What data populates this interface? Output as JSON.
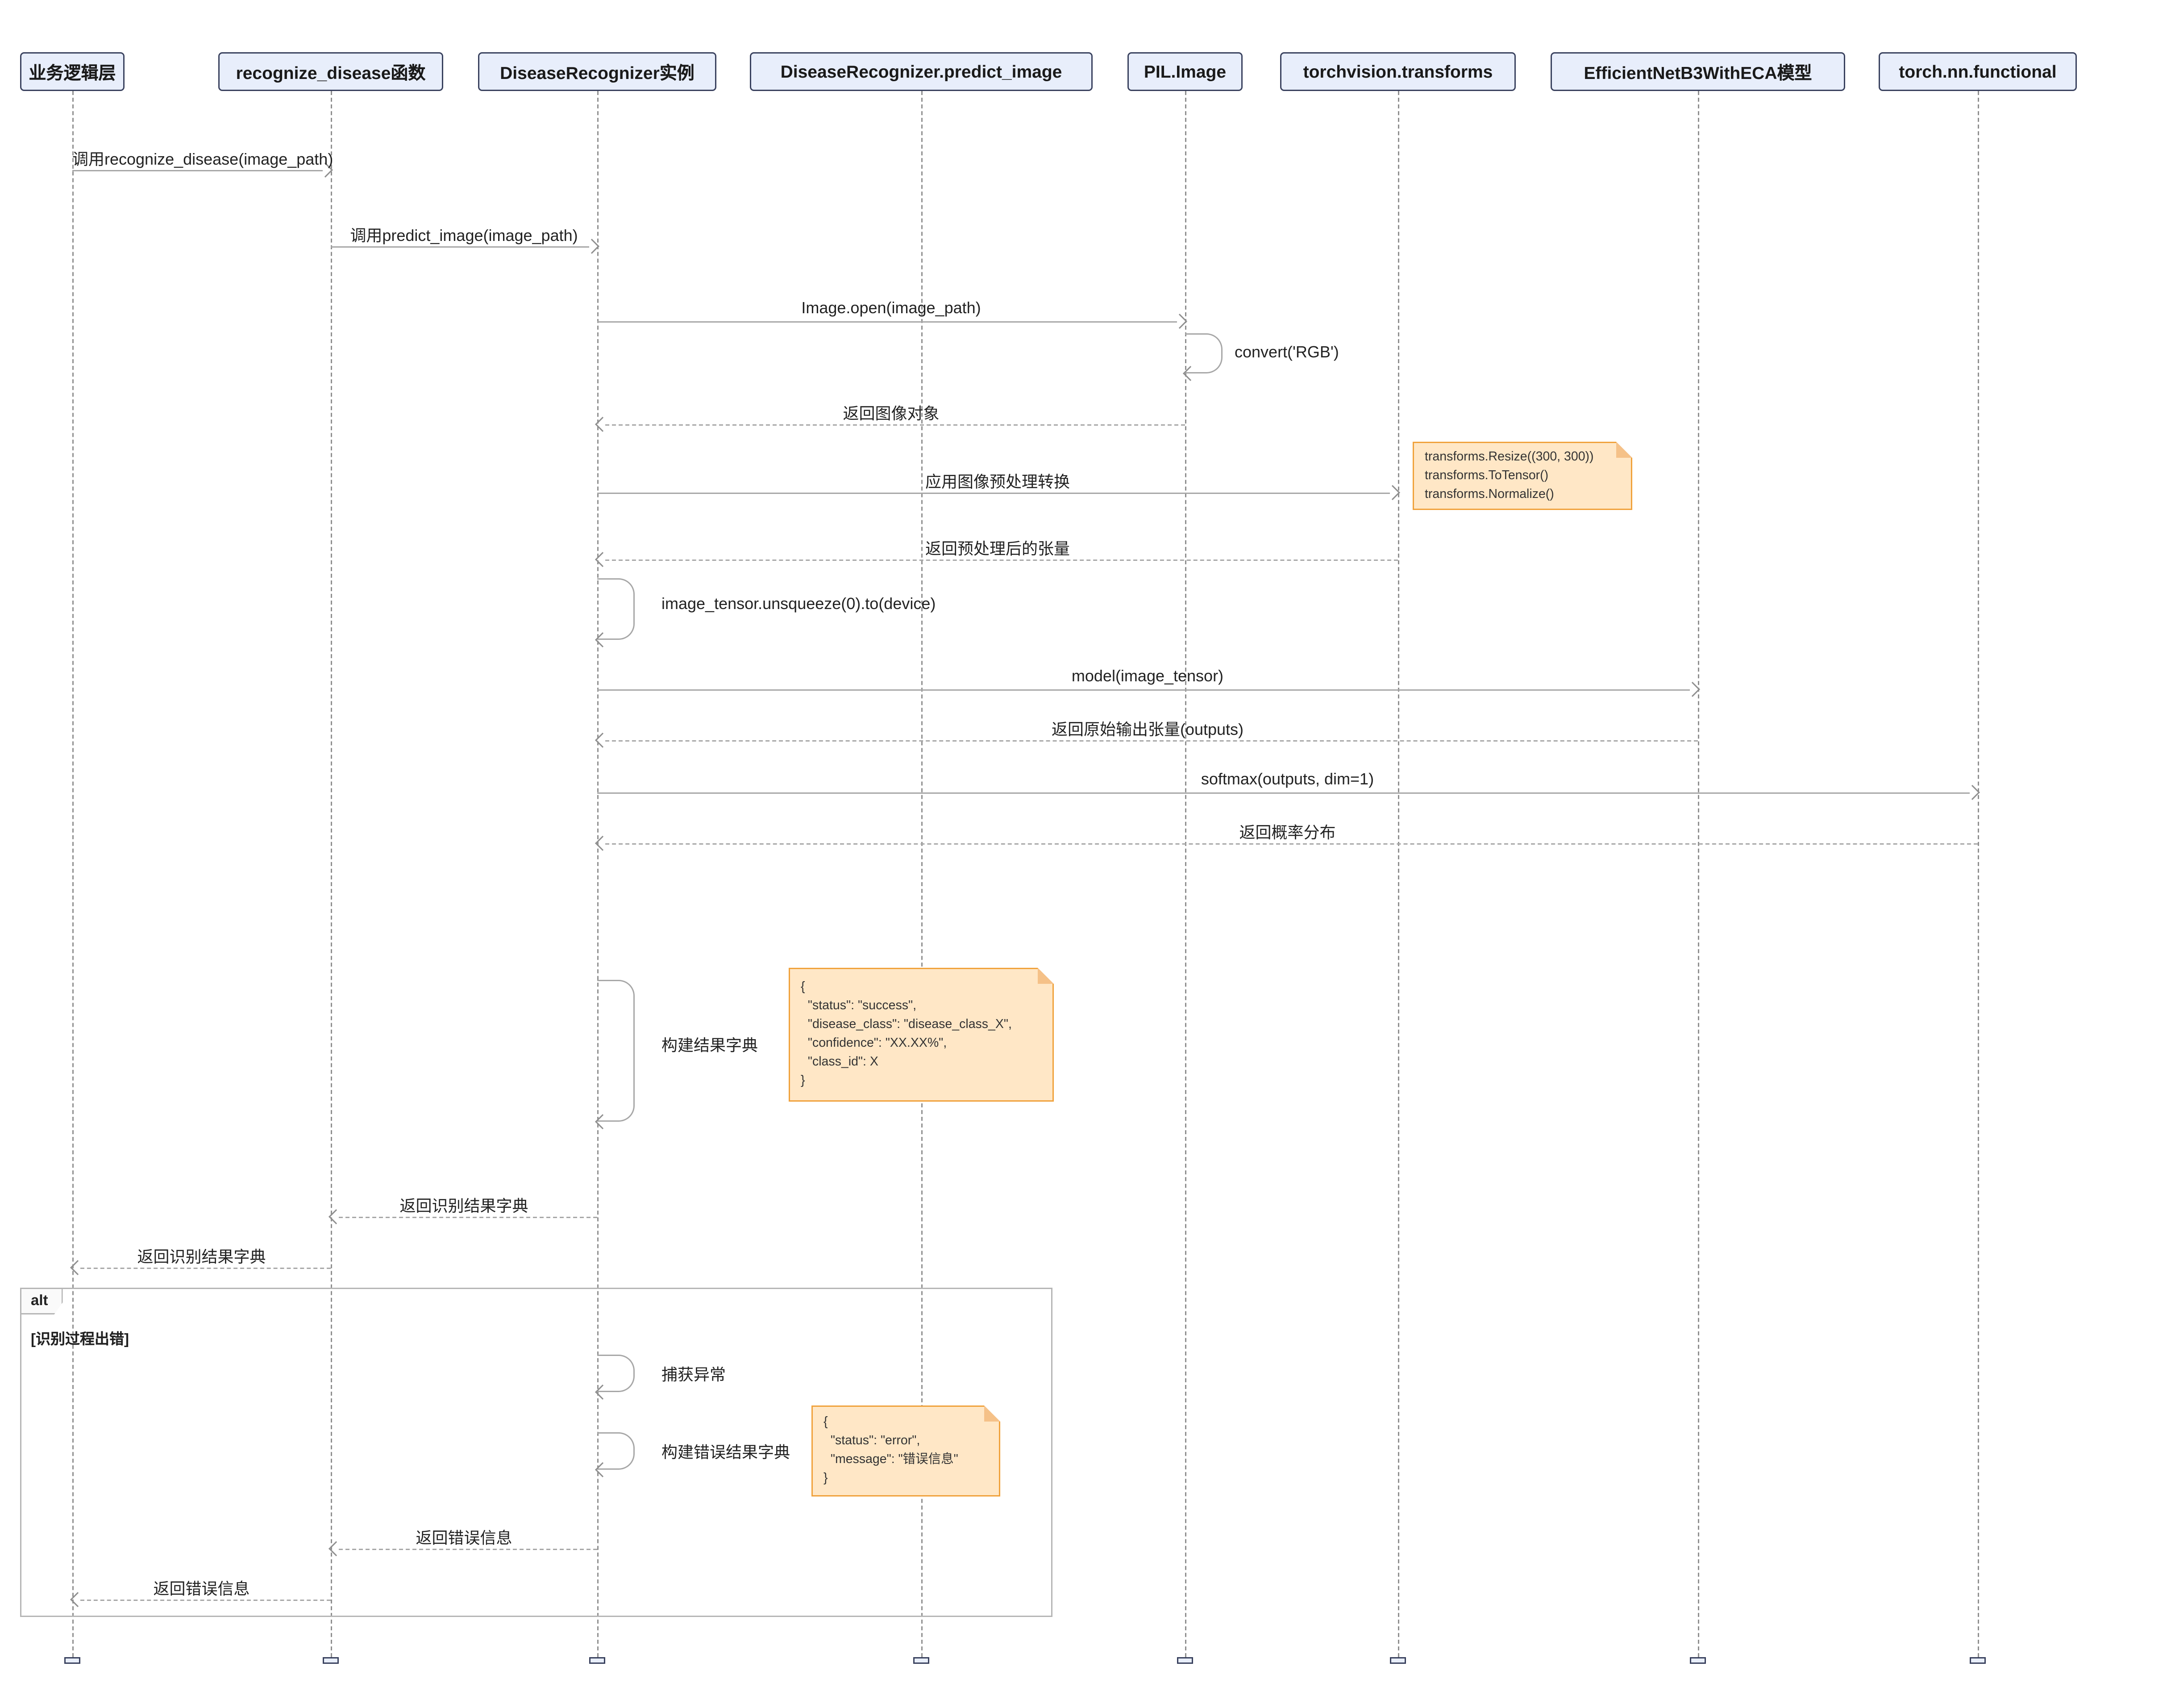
{
  "diagram": {
    "type": "sequence",
    "participants": [
      {
        "label": "业务逻辑层"
      },
      {
        "label": "recognize_disease函数"
      },
      {
        "label": "DiseaseRecognizer实例"
      },
      {
        "label": "DiseaseRecognizer.predict_image"
      },
      {
        "label": "PIL.Image"
      },
      {
        "label": "torchvision.transforms"
      },
      {
        "label": "EfficientNetB3WithECA模型"
      },
      {
        "label": "torch.nn.functional"
      }
    ],
    "messages": [
      {
        "label": "调用recognize_disease(image_path)",
        "type": "solid",
        "from": "业务逻辑层",
        "to": "recognize_disease函数"
      },
      {
        "label": "调用predict_image(image_path)",
        "type": "solid",
        "from": "recognize_disease函数",
        "to": "DiseaseRecognizer实例"
      },
      {
        "label": "Image.open(image_path)",
        "type": "solid",
        "from": "DiseaseRecognizer实例",
        "to": "PIL.Image"
      },
      {
        "label": "convert('RGB')",
        "type": "self",
        "from": "PIL.Image",
        "to": "PIL.Image"
      },
      {
        "label": "返回图像对象",
        "type": "dashed",
        "from": "PIL.Image",
        "to": "DiseaseRecognizer实例"
      },
      {
        "label": "应用图像预处理转换",
        "type": "solid",
        "from": "DiseaseRecognizer实例",
        "to": "torchvision.transforms"
      },
      {
        "label": "返回预处理后的张量",
        "type": "dashed",
        "from": "torchvision.transforms",
        "to": "DiseaseRecognizer实例"
      },
      {
        "label": "image_tensor.unsqueeze(0).to(device)",
        "type": "self",
        "from": "DiseaseRecognizer实例",
        "to": "DiseaseRecognizer实例"
      },
      {
        "label": "model(image_tensor)",
        "type": "solid",
        "from": "DiseaseRecognizer实例",
        "to": "EfficientNetB3WithECA模型"
      },
      {
        "label": "返回原始输出张量(outputs)",
        "type": "dashed",
        "from": "EfficientNetB3WithECA模型",
        "to": "DiseaseRecognizer实例"
      },
      {
        "label": "softmax(outputs, dim=1)",
        "type": "solid",
        "from": "DiseaseRecognizer实例",
        "to": "torch.nn.functional"
      },
      {
        "label": "返回概率分布",
        "type": "dashed",
        "from": "torch.nn.functional",
        "to": "DiseaseRecognizer实例"
      },
      {
        "label": "构建结果字典",
        "type": "self",
        "from": "DiseaseRecognizer实例",
        "to": "DiseaseRecognizer实例"
      },
      {
        "label": "返回识别结果字典",
        "type": "dashed",
        "from": "DiseaseRecognizer实例",
        "to": "recognize_disease函数"
      },
      {
        "label": "返回识别结果字典",
        "type": "dashed",
        "from": "recognize_disease函数",
        "to": "业务逻辑层"
      },
      {
        "label": "捕获异常",
        "type": "self",
        "from": "DiseaseRecognizer实例",
        "to": "DiseaseRecognizer实例"
      },
      {
        "label": "构建错误结果字典",
        "type": "self",
        "from": "DiseaseRecognizer实例",
        "to": "DiseaseRecognizer实例"
      },
      {
        "label": "返回错误信息",
        "type": "dashed",
        "from": "DiseaseRecognizer实例",
        "to": "recognize_disease函数"
      },
      {
        "label": "返回错误信息",
        "type": "dashed",
        "from": "recognize_disease函数",
        "to": "业务逻辑层"
      }
    ],
    "notes": [
      {
        "lines": [
          "transforms.Resize((300, 300))",
          "transforms.ToTensor()",
          "transforms.Normalize()"
        ]
      },
      {
        "lines": [
          "{",
          "  \"status\": \"success\",",
          "  \"disease_class\": \"disease_class_X\",",
          "  \"confidence\": \"XX.XX%\",",
          "  \"class_id\": X",
          "}"
        ]
      },
      {
        "lines": [
          "{",
          "  \"status\": \"error\",",
          "  \"message\": \"错误信息\"",
          "}"
        ]
      }
    ],
    "alt": {
      "label": "alt",
      "condition": "[识别过程出错]"
    },
    "colors": {
      "participant_fill": "#e8eefb",
      "participant_border": "#39415e",
      "note_fill": "#ffe7c6",
      "note_border": "#f0a23c",
      "line": "#a7a7a7",
      "label_text": "#222222"
    }
  }
}
